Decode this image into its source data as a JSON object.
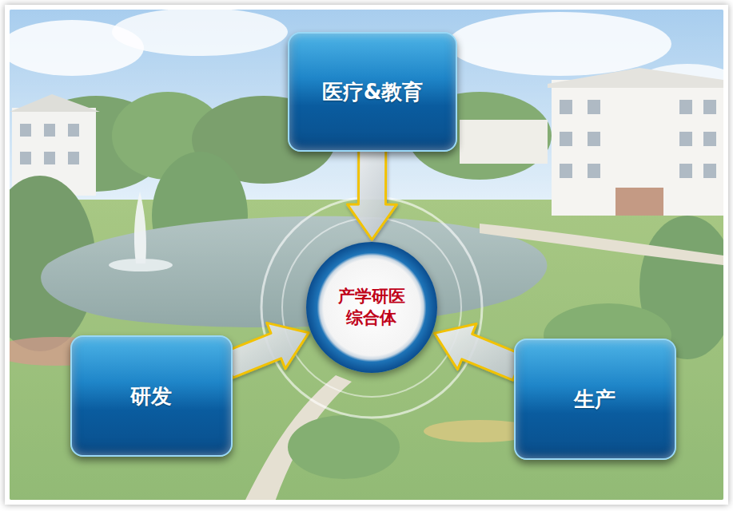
{
  "diagram": {
    "nodes": [
      {
        "text": [
          "医疗&教育"
        ]
      },
      {
        "text": [
          "产学研医 综合体"
        ]
      },
      {
        "text": [
          "研发"
        ]
      },
      {
        "text": [
          "生产"
        ]
      }
    ],
    "edges": [
      {
        "from": 0,
        "to": 1,
        "arrow": "to"
      },
      {
        "from": 2,
        "to": 1,
        "arrow": "to"
      },
      {
        "from": 3,
        "to": 1,
        "arrow": "to"
      }
    ]
  }
}
